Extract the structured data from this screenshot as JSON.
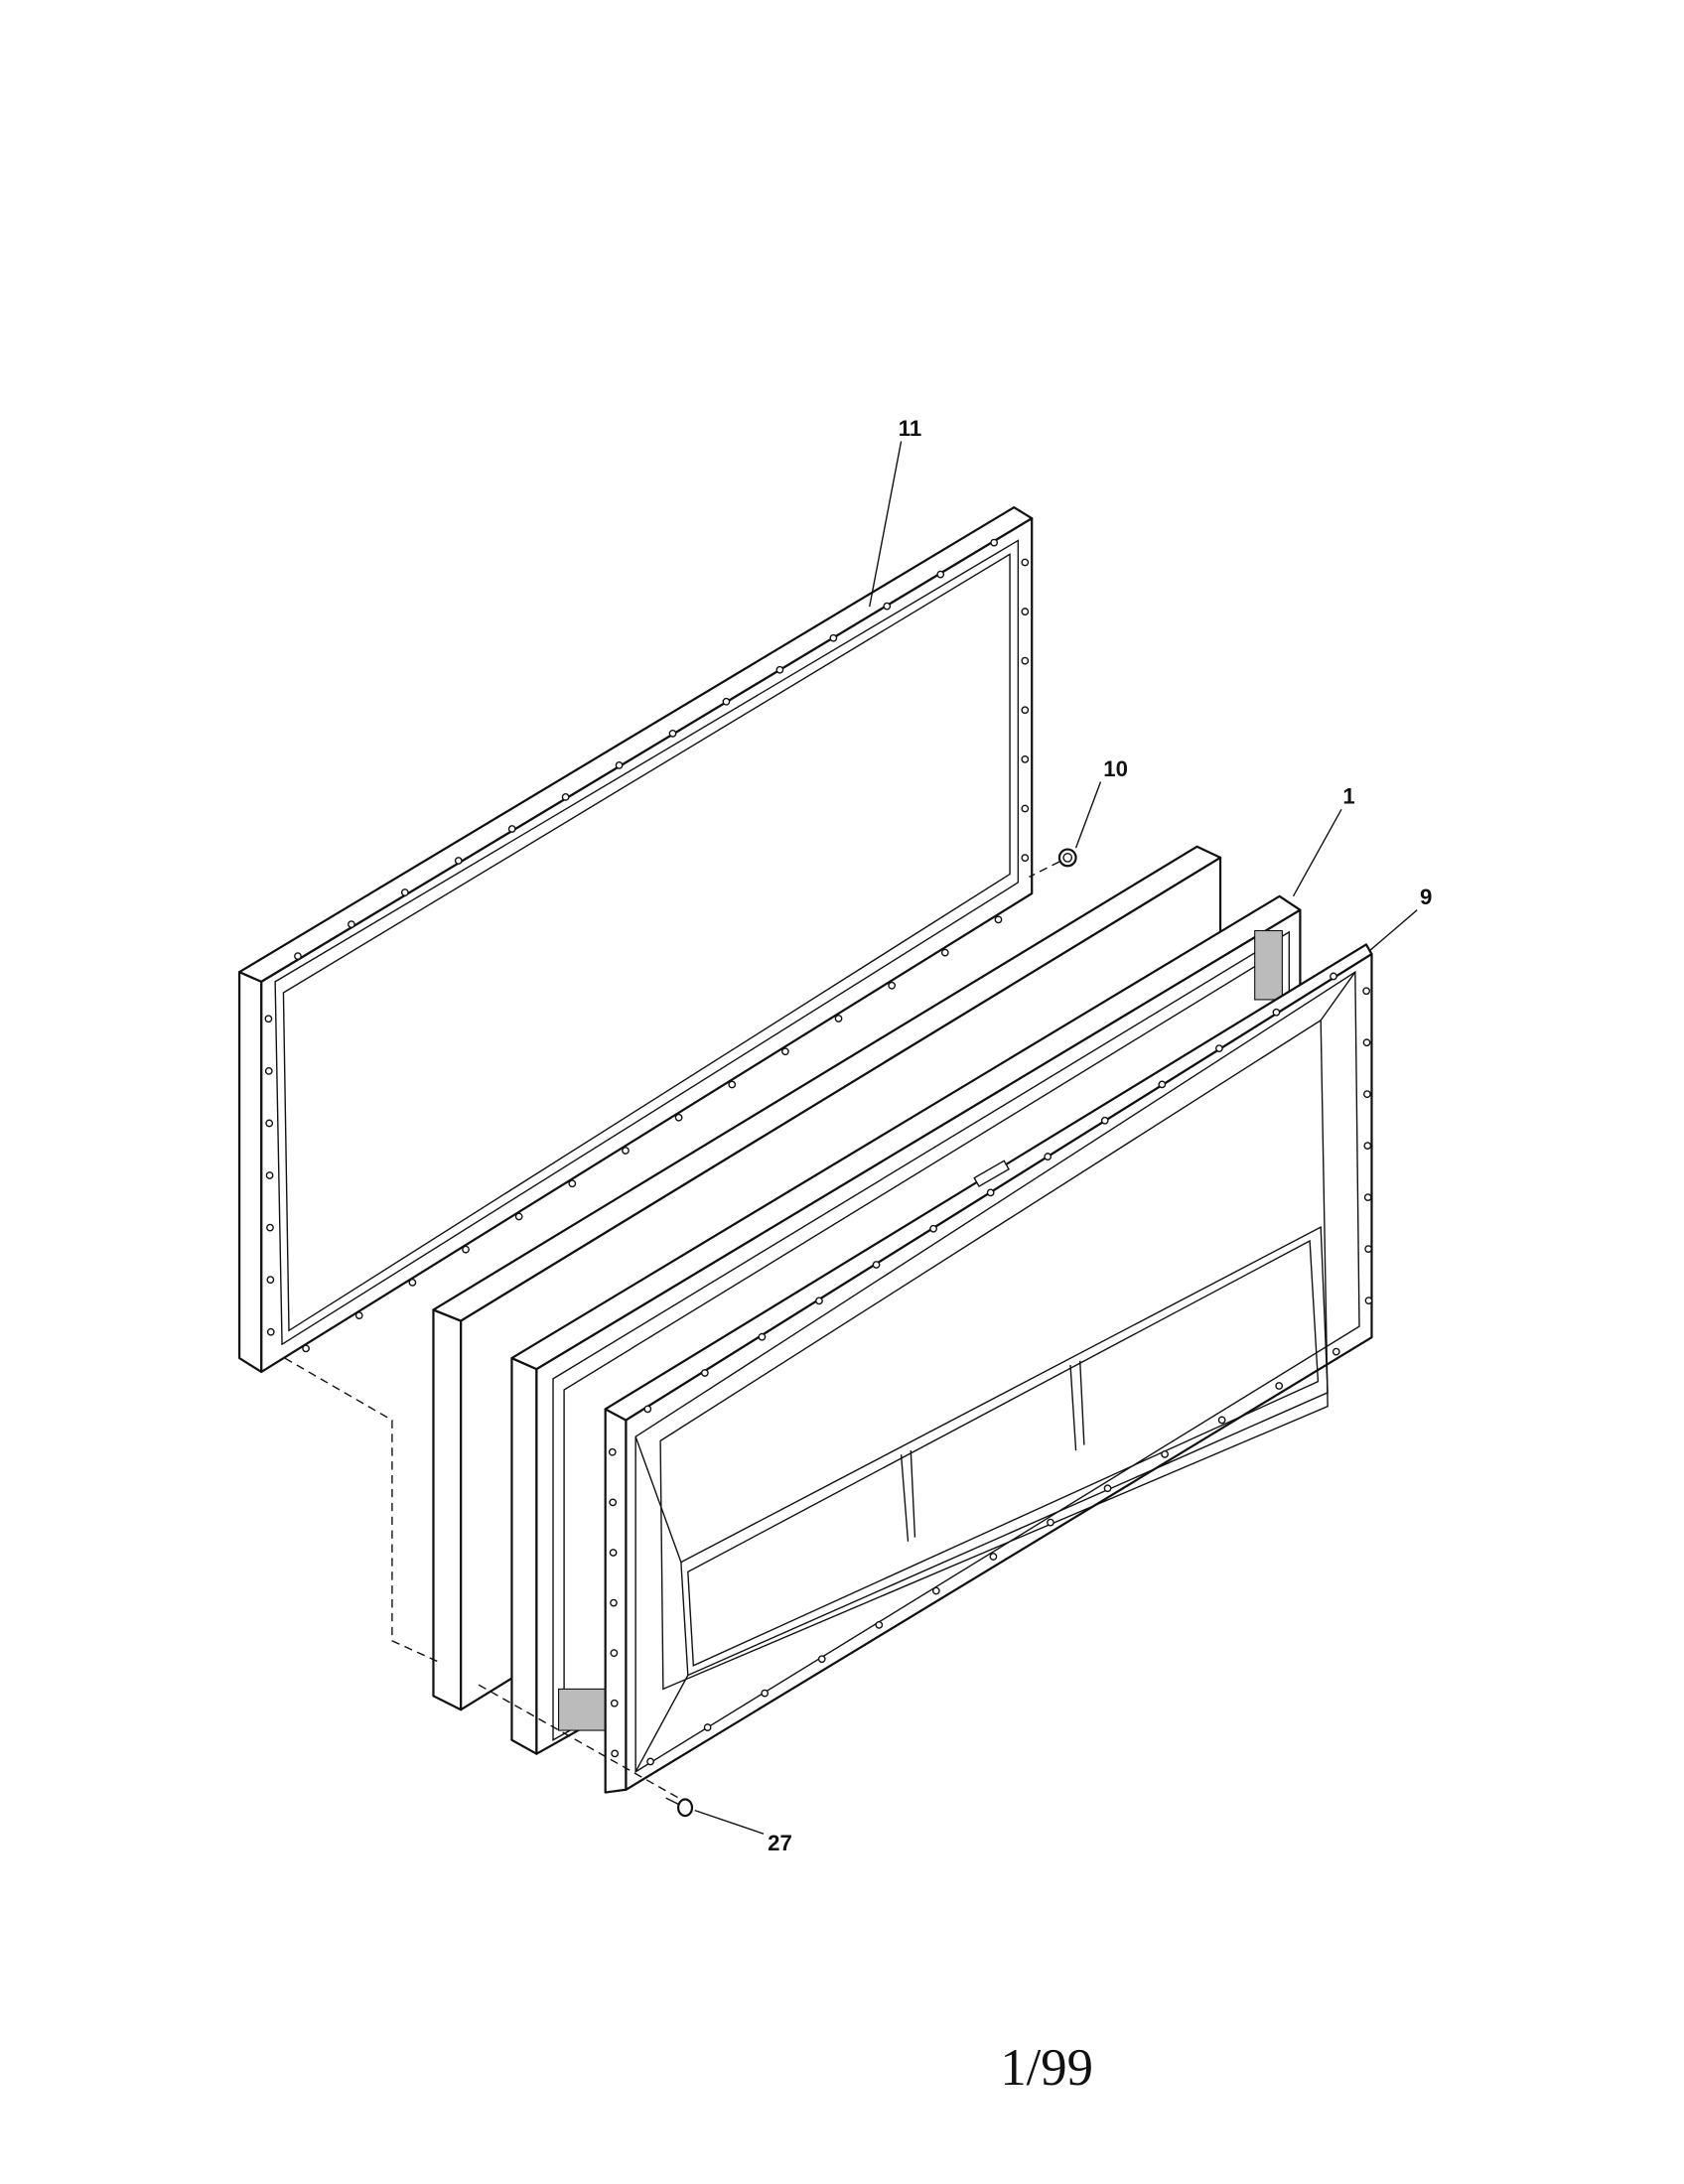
{
  "diagram": {
    "callouts": [
      {
        "id": "11",
        "label": "11"
      },
      {
        "id": "10",
        "label": "10"
      },
      {
        "id": "1",
        "label": "1"
      },
      {
        "id": "9",
        "label": "9"
      },
      {
        "id": "27",
        "label": "27"
      }
    ],
    "page_number": "1/99"
  }
}
